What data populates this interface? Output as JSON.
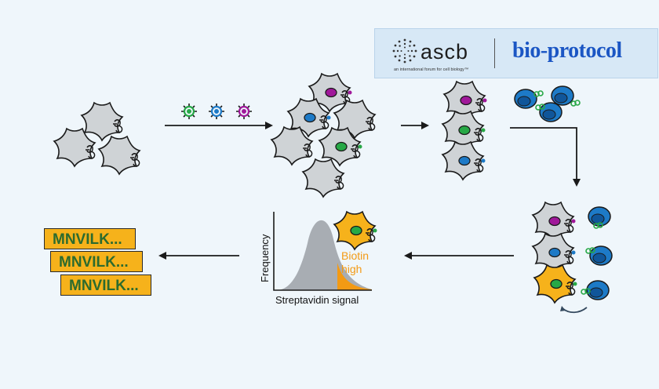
{
  "branding": {
    "ascb_name": "ascb",
    "ascb_tagline": "an international forum for cell biology™",
    "bioprotocol_name": "bio-protocol"
  },
  "histogram": {
    "ylabel": "Frequency",
    "xlabel": "Streptavidin signal",
    "highlight_label_line1": "Biotin",
    "highlight_label_line2": "high"
  },
  "sequences": [
    "MNVILK...",
    "MNVILK...",
    "MNVILK..."
  ],
  "colors": {
    "background": "#eff6fb",
    "cell_fill": "#cfd3d6",
    "cell_highlight": "#f6b21b",
    "nucleus_purple": "#a0189a",
    "nucleus_blue": "#1d7ac7",
    "nucleus_green": "#27a846",
    "tcell_blue": "#1d7ac7",
    "curve_gray": "#a8adb3",
    "curve_orange": "#f39a14",
    "sequence_text": "#2c6b2e"
  }
}
